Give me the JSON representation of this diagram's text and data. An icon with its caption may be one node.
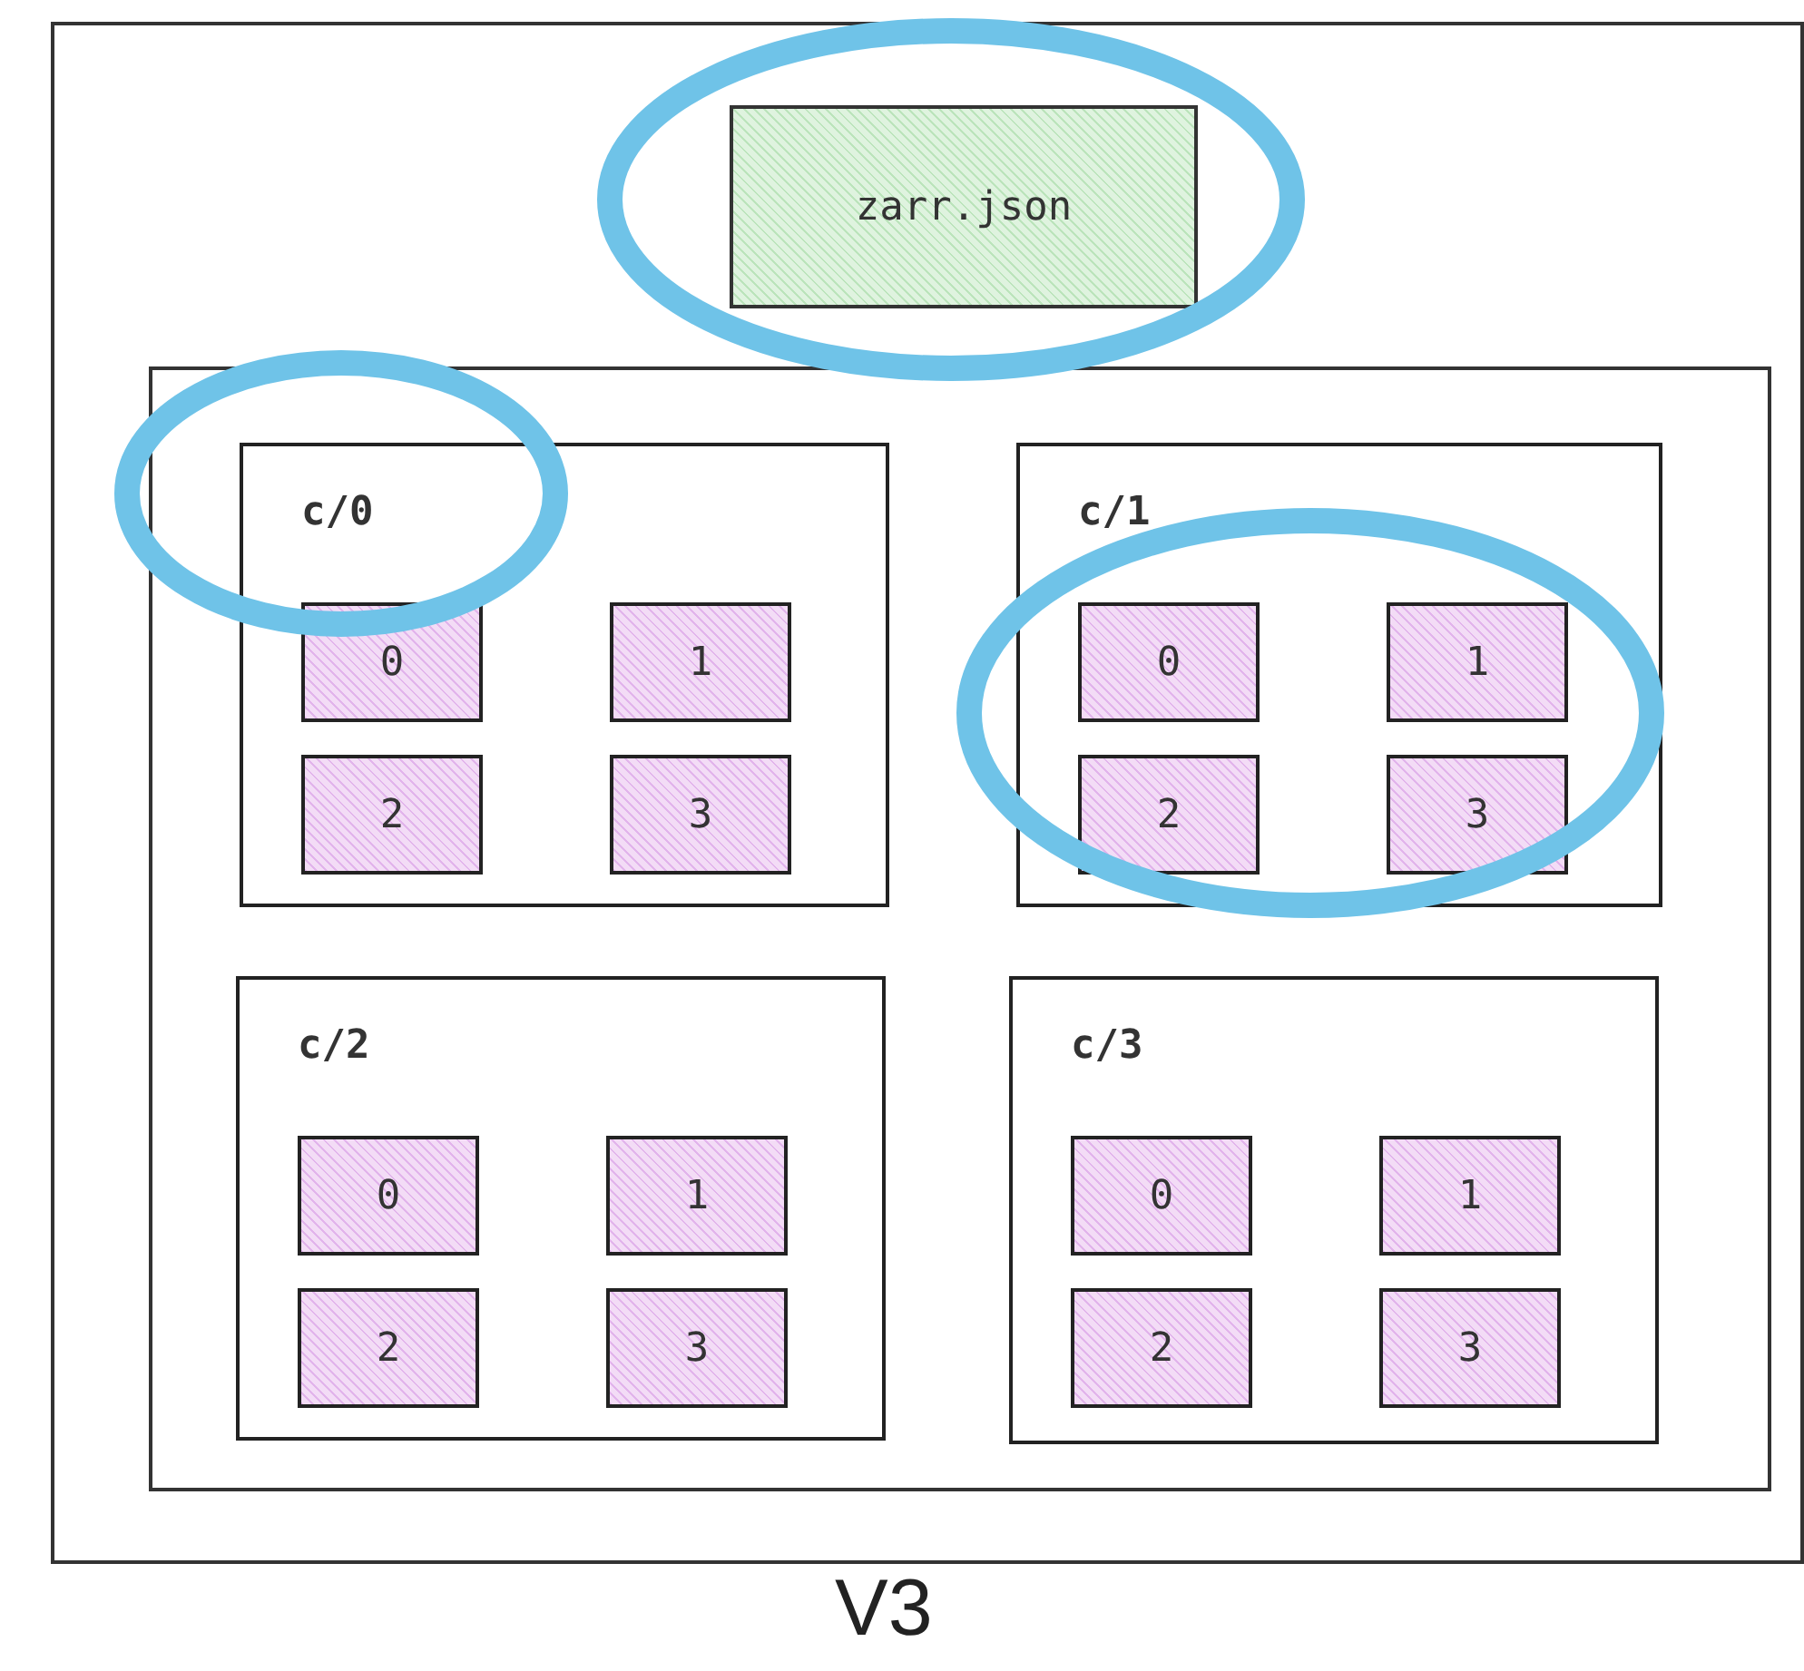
{
  "diagram": {
    "caption": "V3",
    "nodes": [
      {
        "text": [],
        "shape": "box"
      },
      {
        "text": [
          "zarr.json"
        ],
        "in": 0
      },
      {
        "text": [],
        "shape": "box",
        "in": 0
      },
      {
        "text": [
          "c/0"
        ],
        "in": 2
      },
      {
        "text": [
          "0"
        ],
        "in": 3
      },
      {
        "text": [
          "1"
        ],
        "in": 3
      },
      {
        "text": [
          "2"
        ],
        "in": 3
      },
      {
        "text": [
          "3"
        ],
        "in": 3
      },
      {
        "text": [
          "c/1"
        ],
        "in": 2
      },
      {
        "text": [
          "0"
        ],
        "in": 8
      },
      {
        "text": [
          "1"
        ],
        "in": 8
      },
      {
        "text": [
          "2"
        ],
        "in": 8
      },
      {
        "text": [
          "3"
        ],
        "in": 8
      },
      {
        "text": [
          "c/2"
        ],
        "in": 2
      },
      {
        "text": [
          "0"
        ],
        "in": 13
      },
      {
        "text": [
          "1"
        ],
        "in": 13
      },
      {
        "text": [
          "2"
        ],
        "in": 13
      },
      {
        "text": [
          "3"
        ],
        "in": 13
      },
      {
        "text": [
          "c/3"
        ],
        "in": 2
      },
      {
        "text": [
          "0"
        ],
        "in": 18
      },
      {
        "text": [
          "1"
        ],
        "in": 18
      },
      {
        "text": [
          "2"
        ],
        "in": 18
      },
      {
        "text": [
          "3"
        ],
        "in": 18
      }
    ],
    "edges": []
  }
}
